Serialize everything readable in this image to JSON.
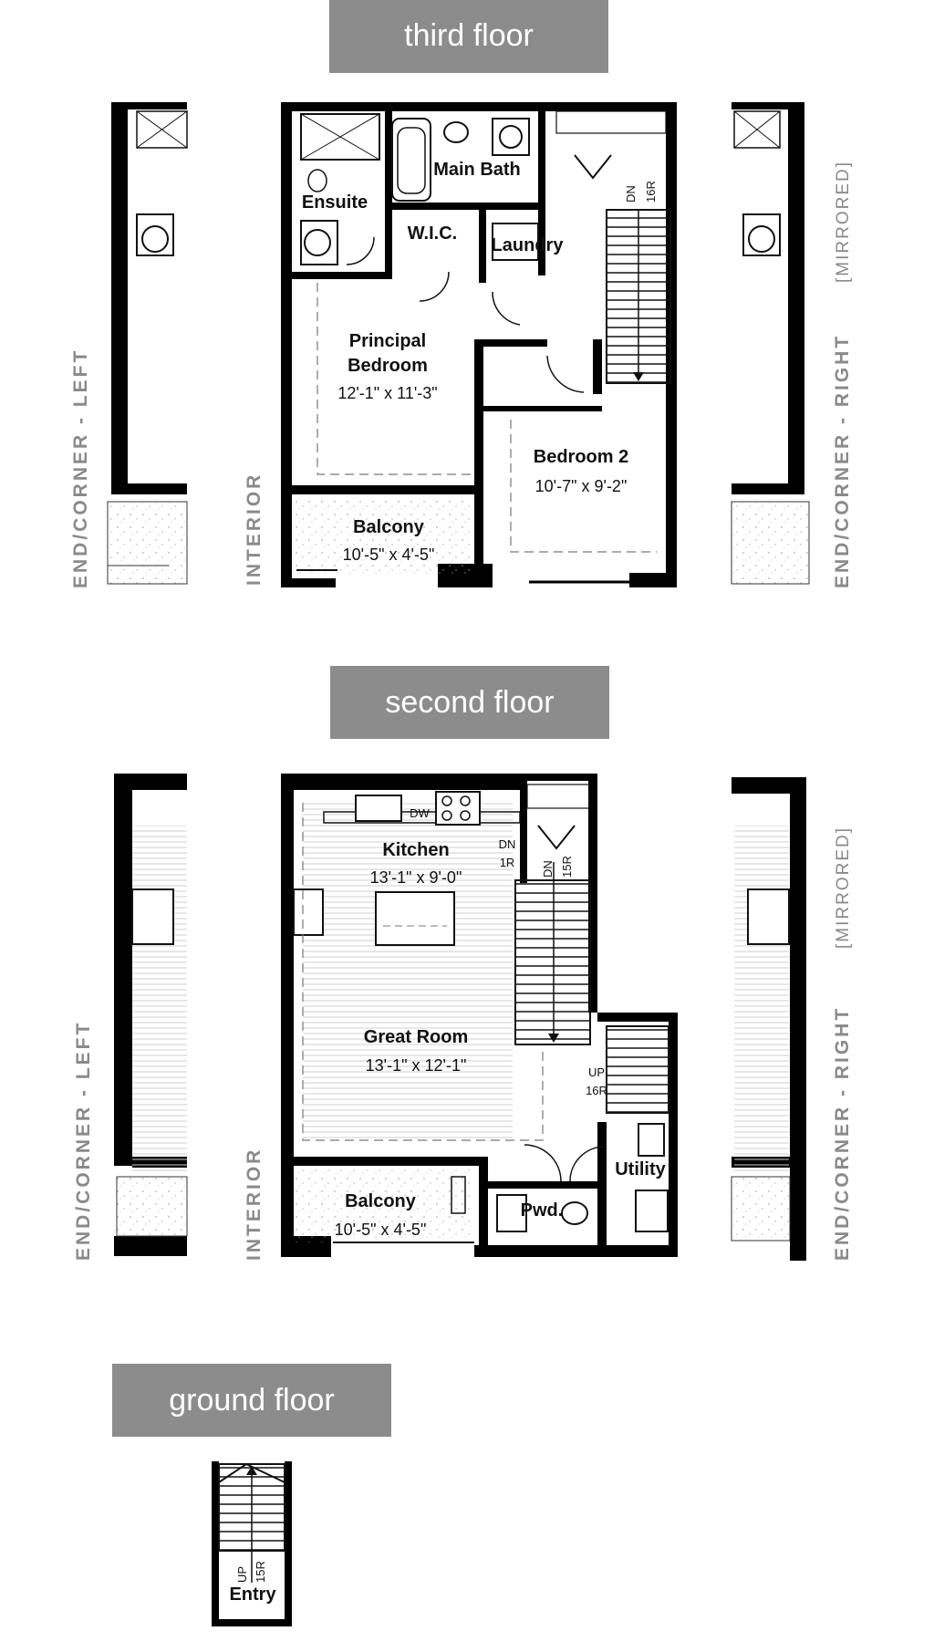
{
  "colors": {
    "banner": "#8c8c8c",
    "wall": "#000000",
    "side_label": "#8a8a8a"
  },
  "third_floor": {
    "title": "third floor",
    "rooms": {
      "ensuite": "Ensuite",
      "main_bath": "Main Bath",
      "wic": "W.I.C.",
      "laundry": "Laundry",
      "principal_line1": "Principal",
      "principal_line2": "Bedroom",
      "principal_dim": "12'-1\" x 11'-3\"",
      "bedroom2": "Bedroom 2",
      "bedroom2_dim": "10'-7\" x 9'-2\"",
      "balcony": "Balcony",
      "balcony_dim": "10'-5\" x 4'-5\""
    },
    "stair": {
      "dn": "DN",
      "risers": "16R"
    }
  },
  "second_floor": {
    "title": "second floor",
    "rooms": {
      "kitchen": "Kitchen",
      "kitchen_dim": "13'-1\" x 9'-0\"",
      "dw": "DW",
      "great_room": "Great Room",
      "great_room_dim": "13'-1\" x 12'-1\"",
      "balcony": "Balcony",
      "balcony_dim": "10'-5\" x 4'-5\"",
      "pwd": "Pwd.",
      "utility": "Utility"
    },
    "stair": {
      "dn1": "DN",
      "r1": "1R",
      "dn2": "DN",
      "r2": "15R",
      "up": "UP",
      "r3": "16R"
    }
  },
  "ground_floor": {
    "title": "ground floor",
    "entry": "Entry",
    "stair": {
      "up": "UP",
      "risers": "15R"
    }
  },
  "side_labels": {
    "end_corner_left": "END/CORNER - LEFT",
    "interior": "INTERIOR",
    "end_corner_right": "END/CORNER - RIGHT",
    "mirrored": "[MIRRORED]"
  }
}
